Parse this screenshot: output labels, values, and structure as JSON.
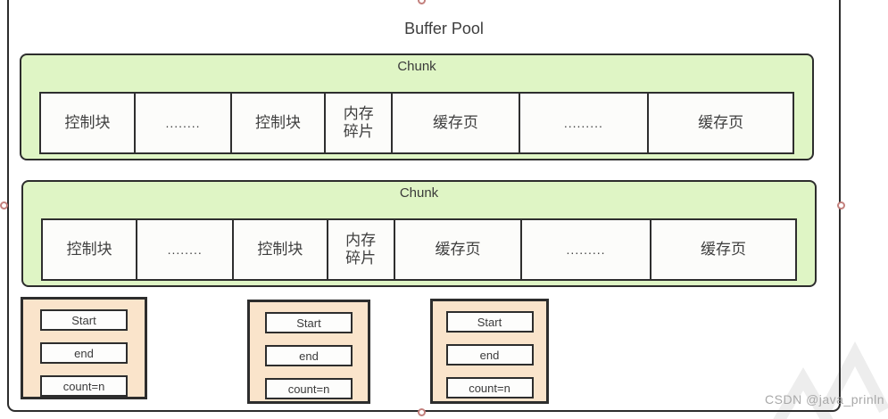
{
  "title": "Buffer Pool",
  "chunks": [
    {
      "label": "Chunk",
      "cells": [
        "控制块",
        "........",
        "控制块",
        "内存\n碎片",
        "缓存页",
        ".........",
        "缓存页"
      ]
    },
    {
      "label": "Chunk",
      "cells": [
        "控制块",
        "........",
        "控制块",
        "内存\n碎片",
        "缓存页",
        ".........",
        "缓存页"
      ]
    }
  ],
  "pointer_boxes": [
    {
      "rows": [
        "Start",
        "end",
        "count=n"
      ]
    },
    {
      "rows": [
        "Start",
        "end",
        "count=n"
      ]
    },
    {
      "rows": [
        "Start",
        "end",
        "count=n"
      ]
    }
  ],
  "watermark": "CSDN @java_prinln",
  "colors": {
    "chunk_fill": "#dff5c5",
    "pointer_fill": "#fae4cb",
    "shape_border": "#2d2d2d",
    "handle_stroke": "#c3807d",
    "watermark_text": "#a8a8a8",
    "watermark_shape": "#ededed"
  }
}
